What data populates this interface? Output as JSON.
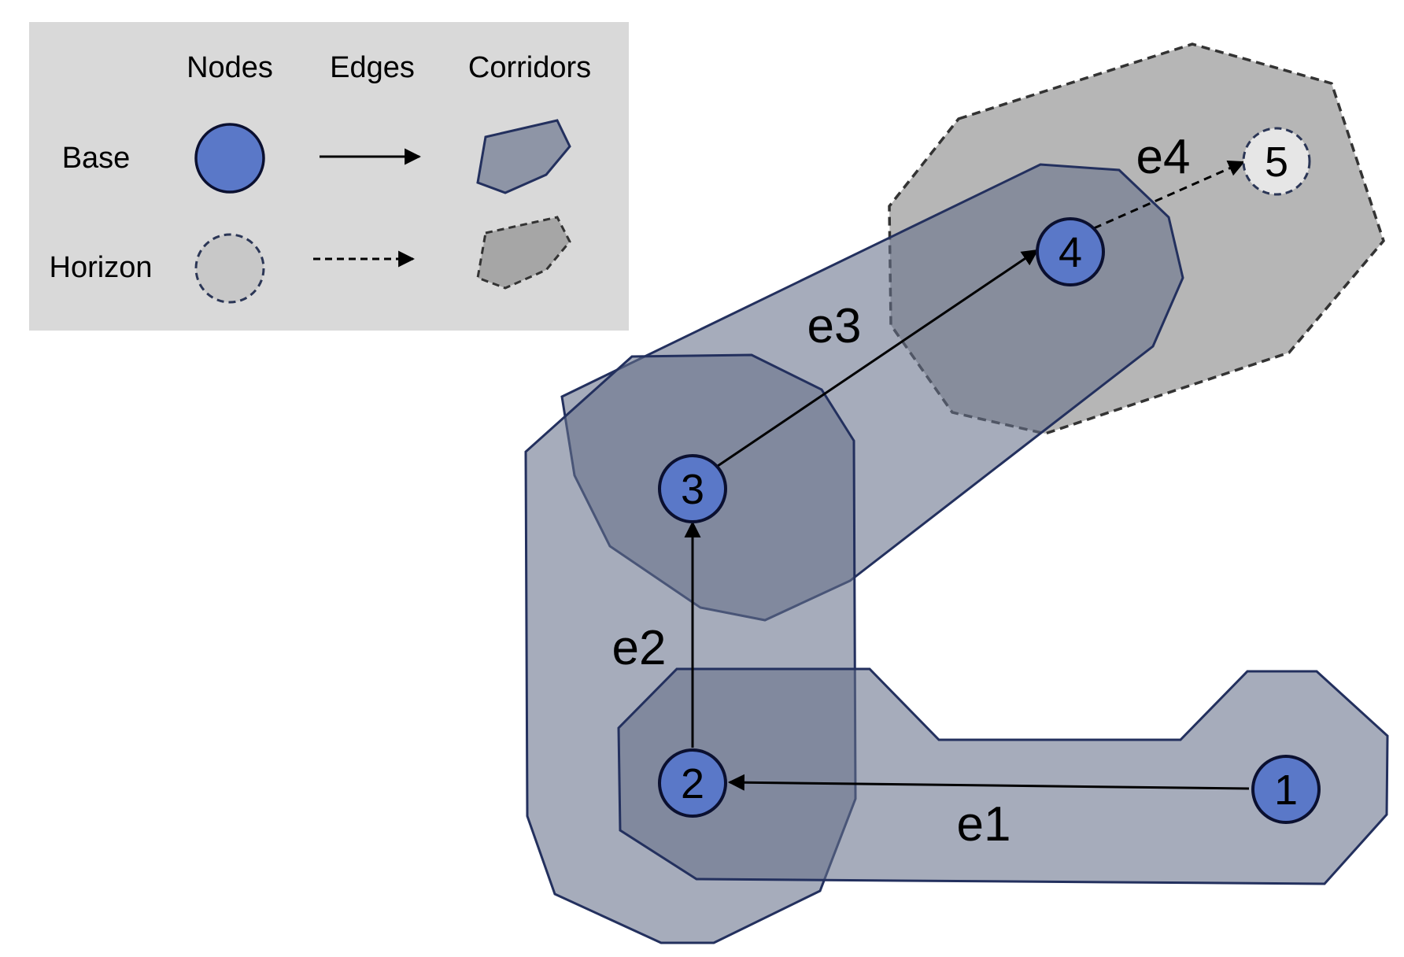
{
  "legend": {
    "headers": {
      "nodes": "Nodes",
      "edges": "Edges",
      "corridors": "Corridors"
    },
    "rows": {
      "base": "Base",
      "horizon": "Horizon"
    }
  },
  "colors": {
    "base_node_fill": "#5a78c8",
    "base_node_stroke": "#0b1030",
    "horizon_node_fill": "#c8c8c8",
    "horizon_node_stroke": "#2b3656",
    "base_corridor_fill": "#667089",
    "base_corridor_stroke": "#23305e",
    "horizon_corridor_fill": "#9a9a9a",
    "horizon_corridor_stroke": "#333333",
    "legend_background": "#d9d9d9",
    "edge_color": "#000000"
  },
  "nodes": [
    {
      "id": "n1",
      "label": "1",
      "type": "base"
    },
    {
      "id": "n2",
      "label": "2",
      "type": "base"
    },
    {
      "id": "n3",
      "label": "3",
      "type": "base"
    },
    {
      "id": "n4",
      "label": "4",
      "type": "base"
    },
    {
      "id": "n5",
      "label": "5",
      "type": "horizon"
    }
  ],
  "edges": [
    {
      "id": "e1",
      "label": "e1",
      "from": "1",
      "to": "2",
      "type": "base"
    },
    {
      "id": "e2",
      "label": "e2",
      "from": "2",
      "to": "3",
      "type": "base"
    },
    {
      "id": "e3",
      "label": "e3",
      "from": "3",
      "to": "4",
      "type": "base"
    },
    {
      "id": "e4",
      "label": "e4",
      "from": "4",
      "to": "5",
      "type": "horizon"
    }
  ]
}
